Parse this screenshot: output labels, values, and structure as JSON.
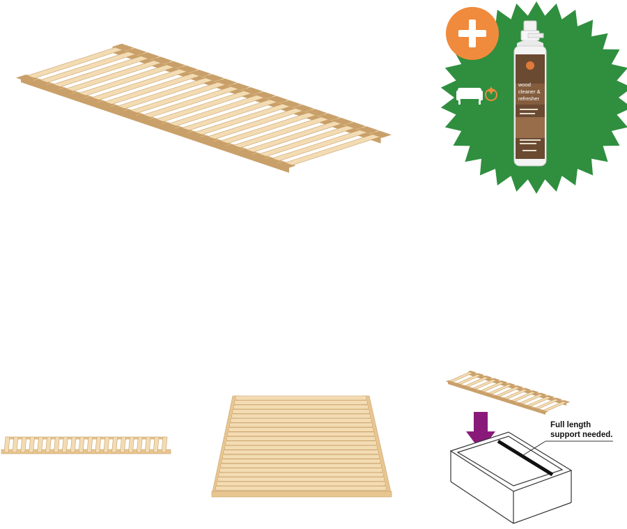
{
  "images": {
    "main": {
      "name": "slatted-bed-base-perspective"
    },
    "bundle": {
      "name": "bundle-offer-badge",
      "plus_icon": "plus-icon",
      "sofa_icon": "sofa-sparkle-icon",
      "bottle_label_lines": [
        "wood",
        "cleaner &",
        "refresher"
      ],
      "colors": {
        "badge_green": "#2f8f3f",
        "plus_orange": "#f08a3c"
      }
    },
    "thumbnails": [
      {
        "name": "slatted-bed-base-side-view"
      },
      {
        "name": "slatted-bed-base-top-view"
      },
      {
        "name": "slatted-bed-base-support-diagram"
      }
    ]
  },
  "support_note": {
    "line1": "Full length",
    "line2": "support needed."
  },
  "colors": {
    "wood_light": "#f3dcb3",
    "wood_mid": "#e8c690",
    "wood_dark": "#c9a06a",
    "arrow_purple": "#8a1a7a"
  }
}
